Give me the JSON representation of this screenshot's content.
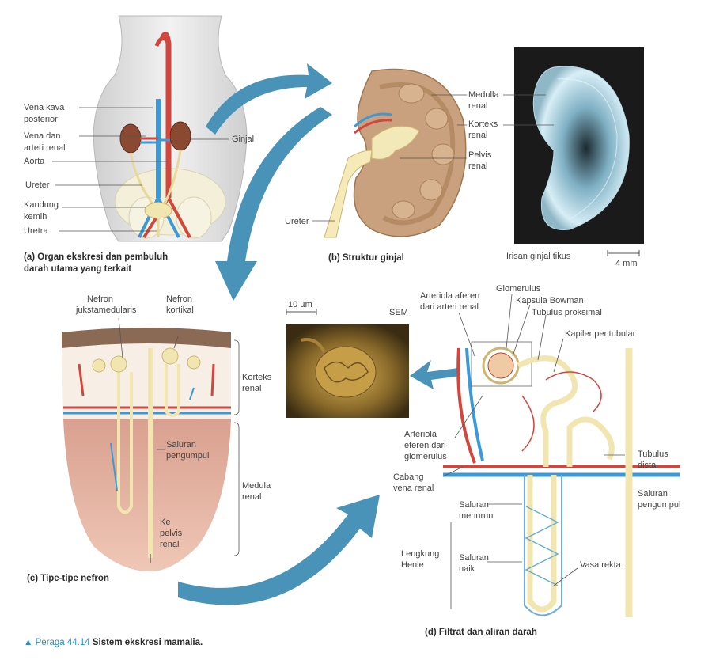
{
  "panel_a": {
    "labels": [
      "Vena kava",
      "posterior",
      "Vena dan",
      "arteri renal",
      "Aorta",
      "Ureter",
      "Kandung",
      "kemih",
      "Uretra",
      "Ginjal"
    ],
    "caption": [
      "(a) Organ ekskresi dan pembuluh",
      "darah utama yang terkait"
    ]
  },
  "panel_b": {
    "labels": [
      "Medulla",
      "renal",
      "Korteks",
      "renal",
      "Pelvis",
      "renal",
      "Ureter"
    ],
    "caption": "(b) Struktur ginjal",
    "photo_caption": "Irisan ginjal tikus",
    "scale": "4 mm"
  },
  "panel_c": {
    "labels": [
      "Nefron",
      "jukstamedularis",
      "Nefron",
      "kortikal",
      "Korteks",
      "renal",
      "Saluran",
      "pengumpul",
      "Medula",
      "renal",
      "Ke",
      "pelvis",
      "renal"
    ],
    "caption": "(c) Tipe-tipe nefron"
  },
  "sem": {
    "scale": "10 µm",
    "tag": "SEM"
  },
  "panel_d": {
    "labels": [
      "Arteriola aferen",
      "dari arteri renal",
      "Glomerulus",
      "Kapsula Bowman",
      "Tubulus proksimal",
      "Kapiler peritubular",
      "Arteriola",
      "eferen dari",
      "glomerulus",
      "Tubulus",
      "distal",
      "Cabang",
      "vena renal",
      "Saluran",
      "pengumpul",
      "Saluran",
      "menurun",
      "Lengkung",
      "Henle",
      "Saluran",
      "naik",
      "Vasa rekta"
    ],
    "caption": "(d) Filtrat dan aliran darah"
  },
  "figure": {
    "number": "Peraga 44.14",
    "title": "Sistem ekskresi mamalia."
  },
  "colors": {
    "arrow": "#4a93b8",
    "artery": "#d2463c",
    "vein": "#3a9ad9",
    "tubule": "#f2e6b0",
    "cortex": "#c9a17e"
  }
}
